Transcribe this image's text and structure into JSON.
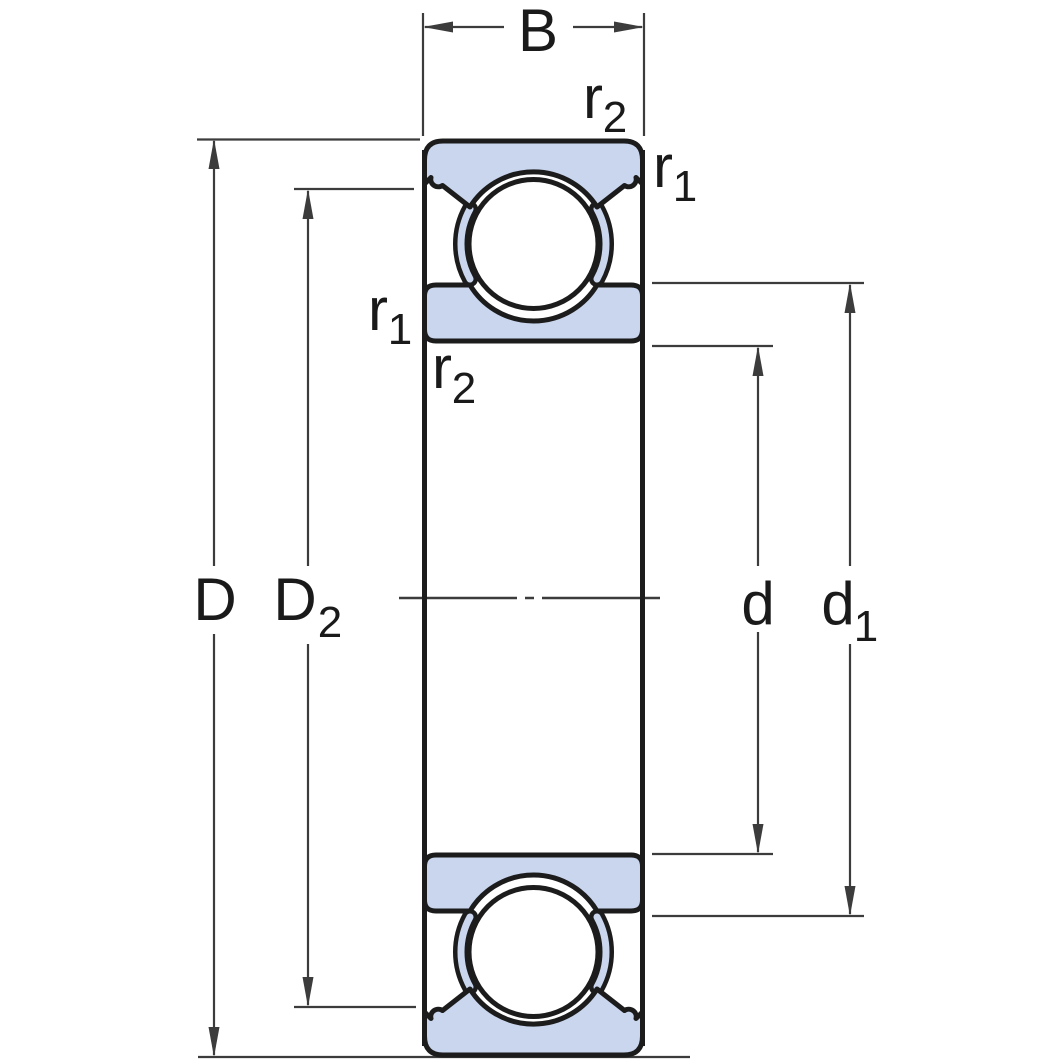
{
  "diagram": {
    "labels": {
      "width_b": {
        "main": "B",
        "sub": ""
      },
      "outer_diameter": {
        "main": "D",
        "sub": ""
      },
      "recess_diameter": {
        "main": "D",
        "sub": "2"
      },
      "bore_diameter": {
        "main": "d",
        "sub": ""
      },
      "shoulder_diameter": {
        "main": "d",
        "sub": "1"
      },
      "r2_top": {
        "main": "r",
        "sub": "2"
      },
      "r1_right": {
        "main": "r",
        "sub": "1"
      },
      "r1_left": {
        "main": "r",
        "sub": "1"
      },
      "r2_left": {
        "main": "r",
        "sub": "2"
      }
    },
    "colors": {
      "ring_fill": "#c9d6ee",
      "outline": "#1c1c1c",
      "dimension": "#3c3c3c",
      "background": "#ffffff"
    }
  }
}
